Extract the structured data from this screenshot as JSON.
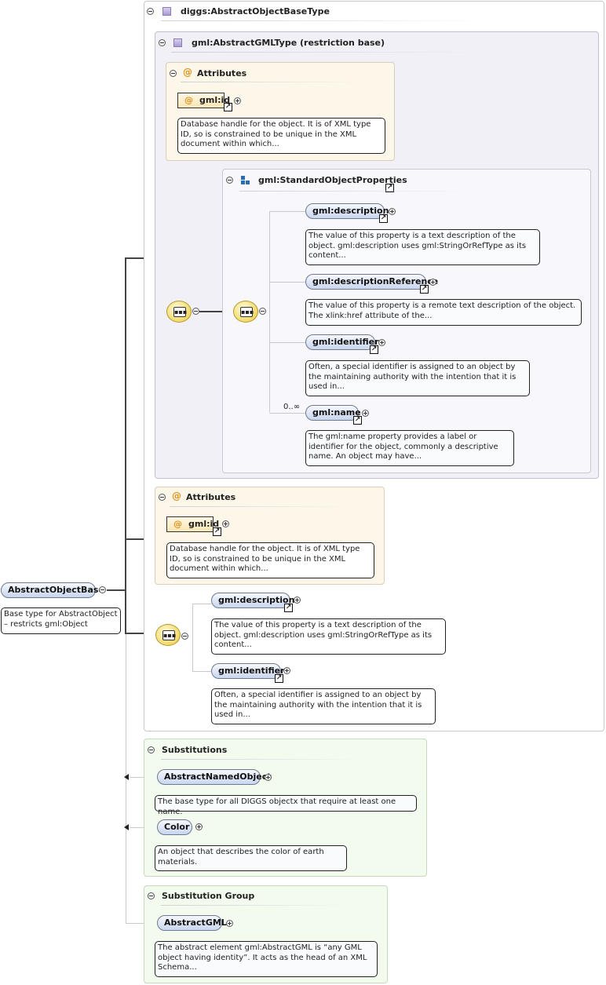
{
  "root": {
    "name": "AbstractObjectBase",
    "doc": "Base type for AbstractObject – restricts gml:Object"
  },
  "base_type": {
    "title": "diggs:AbstractObjectBaseType",
    "gml_type": {
      "title": "gml:AbstractGMLType (restriction base)",
      "attributes": {
        "title": "Attributes",
        "attr_name": "gml:id",
        "attr_doc": "Database handle for the object. It is of XML type ID, so is constrained to be unique in the XML document within which..."
      },
      "group": {
        "title": "gml:StandardObjectProperties",
        "occurrence": "0..∞",
        "elements": [
          {
            "name": "gml:description",
            "doc": "The value of this property is a text description of the object. gml:description uses gml:StringOrRefType as its content..."
          },
          {
            "name": "gml:descriptionReference",
            "doc": "The value of this property is a remote text description of the object. The xlink:href attribute of the..."
          },
          {
            "name": "gml:identifier",
            "doc": "Often, a special identifier is assigned to an object by the maintaining authority with the intention that it is used in..."
          },
          {
            "name": "gml:name",
            "doc": "The gml:name property provides a label or identifier for the object, commonly a descriptive name. An object may have..."
          }
        ]
      }
    },
    "attributes": {
      "title": "Attributes",
      "attr_name": "gml:id",
      "attr_doc": "Database handle for the object. It is of XML type ID, so is constrained to be unique in the XML document within which..."
    },
    "sequence": [
      {
        "name": "gml:description",
        "doc": "The value of this property is a text description of the object. gml:description uses gml:StringOrRefType as its content..."
      },
      {
        "name": "gml:identifier",
        "doc": "Often, a special identifier is assigned to an object by the maintaining authority with the intention that it is used in..."
      }
    ]
  },
  "substitutions": {
    "title": "Substitutions",
    "items": [
      {
        "name": "AbstractNamedObject",
        "doc": "The base type for all DIGGS objectx that require at least one name."
      },
      {
        "name": "Color",
        "doc": "An object that describes the color of earth materials."
      }
    ]
  },
  "substitution_group": {
    "title": "Substitution Group",
    "item": {
      "name": "AbstractGML",
      "doc": "The abstract element gml:AbstractGML is “any GML object having identity”. It acts as the head of an XML Schema..."
    }
  },
  "icons": {
    "link": "jump-link-icon",
    "expand": "expand-plus-icon",
    "collapse": "collapse-minus-icon",
    "type": "complex-type-icon",
    "group": "group-icon",
    "attribute": "attribute-at-icon",
    "sequence": "sequence-compositor-icon"
  },
  "colors": {
    "attributes_panel": "#fdf7ea",
    "type_panel": "#f2f0f7",
    "substitutions_panel": "#f3fbef",
    "element_pill": "#c9d6ee",
    "compositor": "#f2d96a"
  }
}
